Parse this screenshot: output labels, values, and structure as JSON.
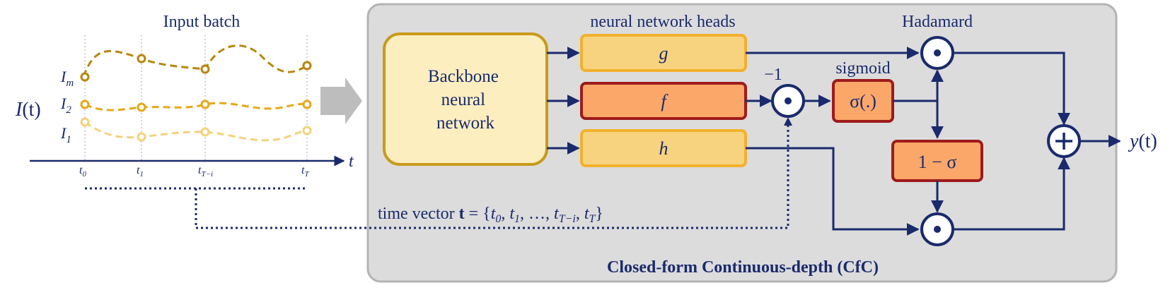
{
  "colors": {
    "navy": "#1a2a6c",
    "gold_dark": "#b8860b",
    "gold_mid": "#e6a817",
    "gold_light": "#f3d27a",
    "panel_bg": "#dcdcdc",
    "panel_border": "#b3b3b3",
    "box_light": "#fdeec0",
    "box_yellow": "#f7d37f",
    "box_yellow_border": "#f2b12d",
    "box_orange": "#fba76a",
    "box_red_border": "#9e1b1b",
    "backbone_border": "#c99a1c"
  },
  "left": {
    "title": "Input batch",
    "signal_label_main": "I",
    "signal_label_arg": "(t)",
    "series": [
      {
        "main": "I",
        "sub": "m"
      },
      {
        "main": "I",
        "sub": "2"
      },
      {
        "main": "I",
        "sub": "1"
      }
    ],
    "axis_label": "t",
    "ticks": [
      {
        "main": "t",
        "sub": "0"
      },
      {
        "main": "t",
        "sub": "1"
      },
      {
        "main": "t",
        "sub": "T−i"
      },
      {
        "main": "t",
        "sub": "T"
      }
    ]
  },
  "panel": {
    "title": "Closed-form Continuous-depth (CfC)",
    "backbone_lines": [
      "Backbone",
      "neural",
      "network"
    ],
    "heads_title": "neural network heads",
    "heads": [
      "g",
      "f",
      "h"
    ],
    "minus_one": "−1",
    "sigmoid_label": "sigmoid",
    "sigma_box": "σ(.)",
    "one_minus_sigma": "1 − σ",
    "hadamard_label": "Hadamard",
    "time_vector": {
      "prefix": "time vector ",
      "bold_t": "t",
      "equals": " = {",
      "items": [
        {
          "main": "t",
          "sub": "0"
        },
        {
          "main": "t",
          "sub": "1"
        },
        {
          "main": "…",
          "sub": ""
        },
        {
          "main": "t",
          "sub": "T−i"
        },
        {
          "main": "t",
          "sub": "T"
        }
      ],
      "suffix": "}"
    }
  },
  "output": {
    "main": "y",
    "arg": "(t)"
  }
}
